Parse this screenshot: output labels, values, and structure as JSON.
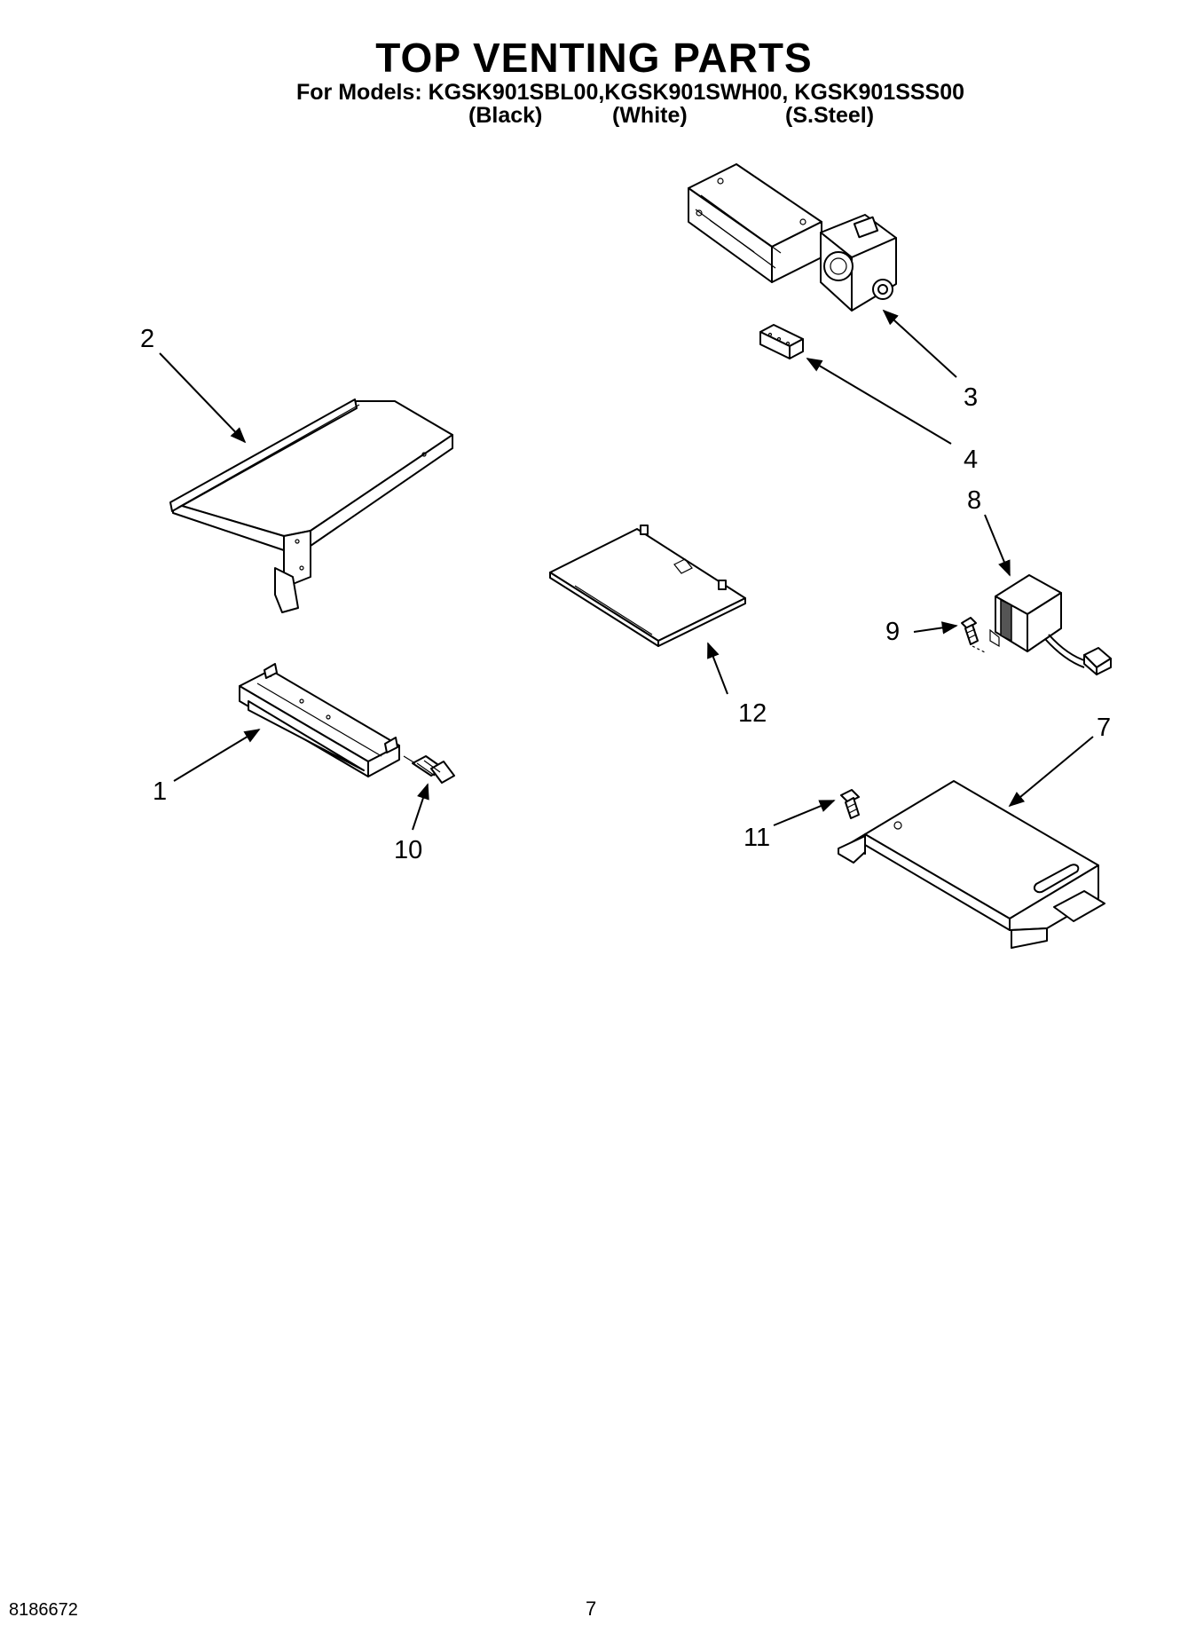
{
  "header": {
    "title": "TOP VENTING PARTS",
    "models_line": "For Models: KGSK901SBL00,KGSK901SWH00, KGSK901SSS00",
    "variants": [
      "(Black)",
      "(White)",
      "(S.Steel)"
    ]
  },
  "callouts": {
    "c1": "1",
    "c2": "2",
    "c3": "3",
    "c4": "4",
    "c7": "7",
    "c8": "8",
    "c9": "9",
    "c10": "10",
    "c11": "11",
    "c12": "12"
  },
  "footer": {
    "doc_number": "8186672",
    "page_number": "7"
  }
}
